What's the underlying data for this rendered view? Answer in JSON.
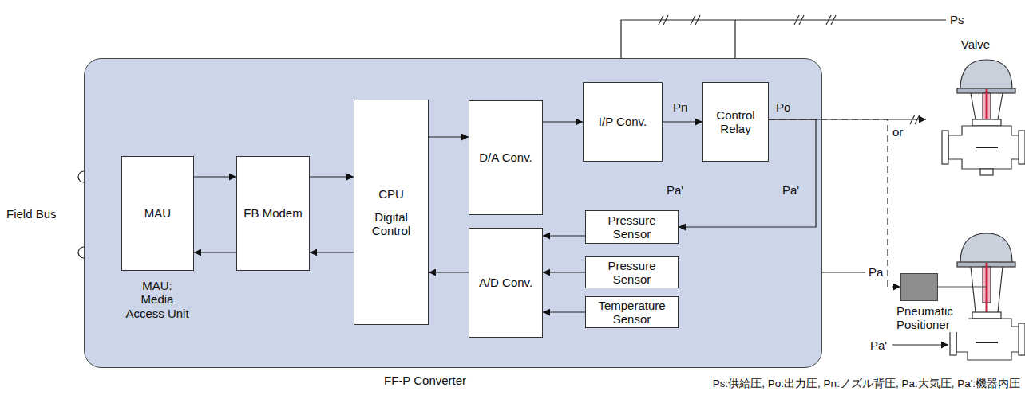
{
  "diagram": {
    "nodes": [
      {
        "text": [
          "FF-P Converter"
        ]
      },
      {
        "text": [
          "MAU"
        ],
        "in": 0
      },
      {
        "text": [
          "FB Modem"
        ],
        "in": 0
      },
      {
        "text": [
          "CPU",
          "Digital Control"
        ],
        "in": 0
      },
      {
        "text": [
          "D/A Conv."
        ],
        "in": 0
      },
      {
        "text": [
          "I/P Conv."
        ],
        "in": 0
      },
      {
        "text": [
          "Control Relay"
        ],
        "in": 0
      },
      {
        "text": [
          "A/D Conv."
        ],
        "in": 0
      },
      {
        "text": [
          "Pressure Sensor"
        ],
        "in": 0
      },
      {
        "text": [
          "Pressure Sensor"
        ],
        "in": 0
      },
      {
        "text": [
          "Temperature Sensor"
        ],
        "in": 0
      },
      {
        "text": [
          "Valve"
        ]
      },
      {
        "text": [
          "Pneumatic Positioner"
        ]
      }
    ],
    "edges": [
      {
        "from": 1,
        "to": 2,
        "arrow": "to"
      },
      {
        "from": 2,
        "to": 1,
        "arrow": "to"
      },
      {
        "from": 2,
        "to": 3,
        "arrow": "to"
      },
      {
        "from": 3,
        "to": 2,
        "arrow": "to"
      },
      {
        "from": 3,
        "to": 4,
        "arrow": "to"
      },
      {
        "from": 4,
        "to": 5,
        "arrow": "to"
      },
      {
        "from": 5,
        "to": 6,
        "label": "Pn",
        "arrow": "to"
      },
      {
        "from": 6,
        "to": 11,
        "label": "Po",
        "arrow": "to"
      },
      {
        "from": 6,
        "to": 12,
        "arrow": "to"
      },
      {
        "from": 6,
        "to": 8,
        "arrow": "to"
      },
      {
        "from": 8,
        "to": 7,
        "arrow": "to"
      },
      {
        "from": 9,
        "to": 7,
        "arrow": "to"
      },
      {
        "from": 10,
        "to": 7,
        "arrow": "to"
      },
      {
        "from": 7,
        "to": 3,
        "arrow": "to"
      }
    ],
    "labels": [
      "Field Bus",
      "MAU: Media Access Unit",
      "Ps",
      "Pa'",
      "Pa'",
      "Pa",
      "or",
      "Pa'",
      "Ps:供給圧, Po:出力圧, Pn:ノズル背圧, Pa:大気圧, Pa':機器内圧"
    ]
  }
}
